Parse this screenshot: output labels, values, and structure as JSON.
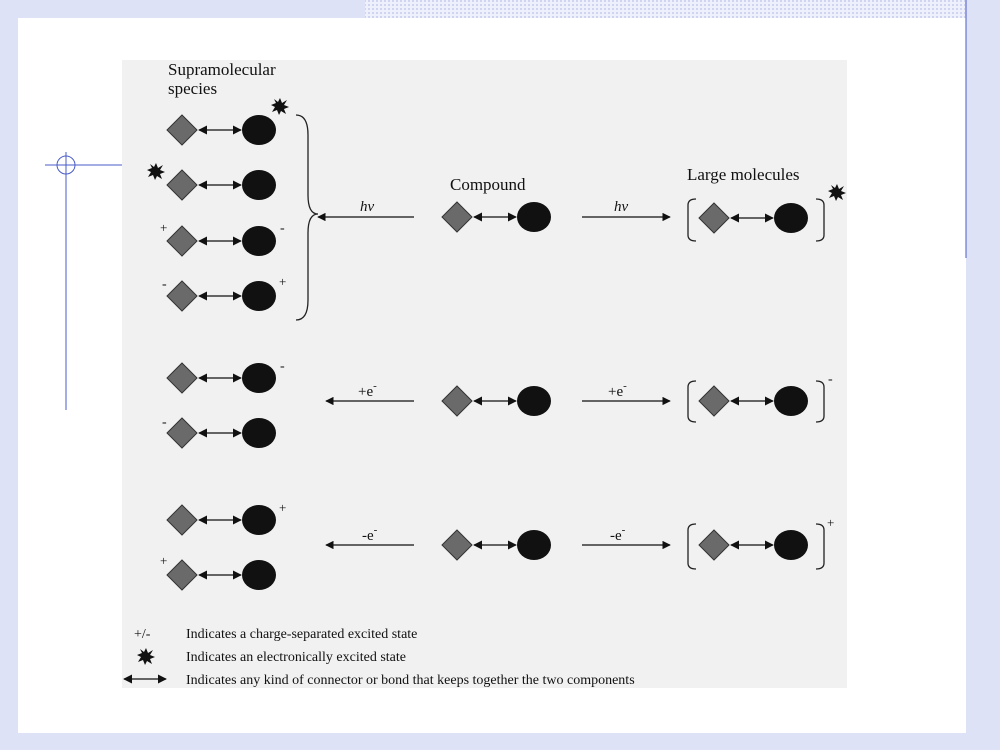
{
  "colors": {
    "background": "#dde2f6",
    "slide": "#ffffff",
    "figure": "#f1f1f1",
    "accent_lines": "#4a5cc8",
    "diamond": "#6a6a6a",
    "circle": "#111111"
  },
  "labels": {
    "supramolecular_line1": "Supramolecular",
    "supramolecular_line2": "species",
    "compound": "Compound",
    "large_molecules": "Large molecules"
  },
  "reactions": {
    "hv": "hv",
    "plus_e": "+e",
    "minus_e": "-e",
    "superscript_minus": "-"
  },
  "charges": {
    "plus": "+",
    "minus": "-"
  },
  "legend": {
    "charge_symbol": "+/-",
    "charge_text": "Indicates a charge-separated excited state",
    "excited_text": "Indicates an electronically excited state",
    "connector_text": "Indicates any kind of connector or bond that keeps together the two components"
  },
  "icons": {
    "excited_state": "starburst-icon",
    "connector": "double-arrow-icon",
    "component_a": "diamond-icon",
    "component_b": "circle-icon"
  }
}
